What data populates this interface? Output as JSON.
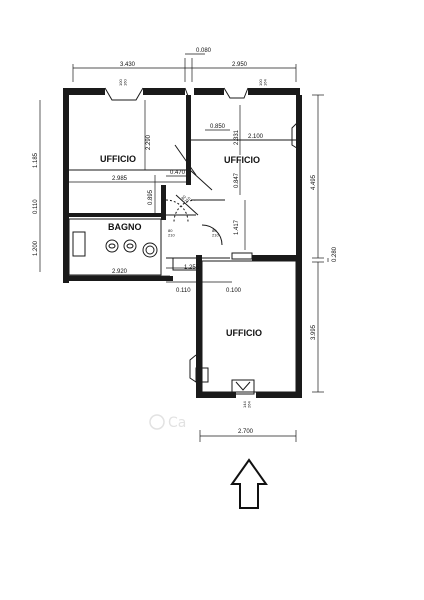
{
  "rooms": {
    "office_top_left": "UFFICIO",
    "office_top_right": "UFFICIO",
    "office_bottom": "UFFICIO",
    "bathroom": "BAGNO"
  },
  "dimensions": {
    "top_left": "3.430",
    "top_mid": "0.080",
    "top_right": "2.950",
    "h_2985": "2.985",
    "h_0470": "0.470",
    "h_0850": "0.850",
    "h_2100": "2.100",
    "h_2920": "2.920",
    "h_1255": "1.255",
    "h_0110": "0.110",
    "h_0100": "0.100",
    "h_2700": "2.700",
    "v_1185": "1.185",
    "v_0110": "0.110",
    "v_1200": "1.200",
    "v_2290": "2.290",
    "v_0895": "0.895",
    "v_2331": "2.331",
    "v_0847": "0.847",
    "v_1417": "1.417",
    "v_4495": "4.495",
    "v_0280": "0.280",
    "v_3995": "3.995",
    "win_a": "100\n160",
    "win_b": "100\n164"
  },
  "doors": {
    "door_80_a": "80\n210",
    "door_80_b": "80\n210",
    "door_80_c": "80\n210",
    "door_144": "144\n264"
  },
  "watermark": "Ca"
}
